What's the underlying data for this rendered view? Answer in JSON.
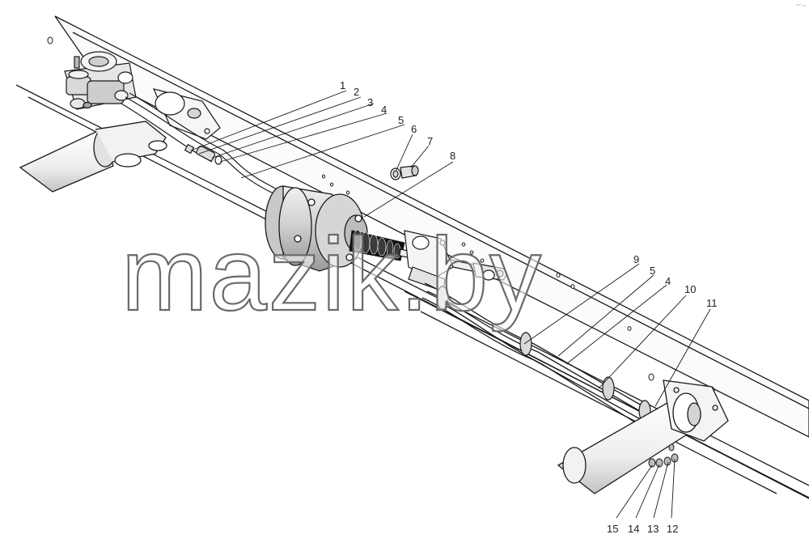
{
  "watermark": {
    "text": "mazik.by"
  },
  "callouts": [
    {
      "id": "c1",
      "label": "1"
    },
    {
      "id": "c2",
      "label": "2"
    },
    {
      "id": "c3",
      "label": "3"
    },
    {
      "id": "c4a",
      "label": "4"
    },
    {
      "id": "c5a",
      "label": "5"
    },
    {
      "id": "c6",
      "label": "6"
    },
    {
      "id": "c7",
      "label": "7"
    },
    {
      "id": "c8",
      "label": "8"
    },
    {
      "id": "c9",
      "label": "9"
    },
    {
      "id": "c5b",
      "label": "5"
    },
    {
      "id": "c4b",
      "label": "4"
    },
    {
      "id": "c10",
      "label": "10"
    },
    {
      "id": "c11",
      "label": "11"
    },
    {
      "id": "c12",
      "label": "12"
    },
    {
      "id": "c13",
      "label": "13"
    },
    {
      "id": "c14",
      "label": "14"
    },
    {
      "id": "c15",
      "label": "15"
    }
  ],
  "colors": {
    "line": "#1a1a1a",
    "fill_light": "#f4f4f4",
    "fill_mid": "#d8d8d8",
    "fill_dark": "#8c8c8c"
  }
}
